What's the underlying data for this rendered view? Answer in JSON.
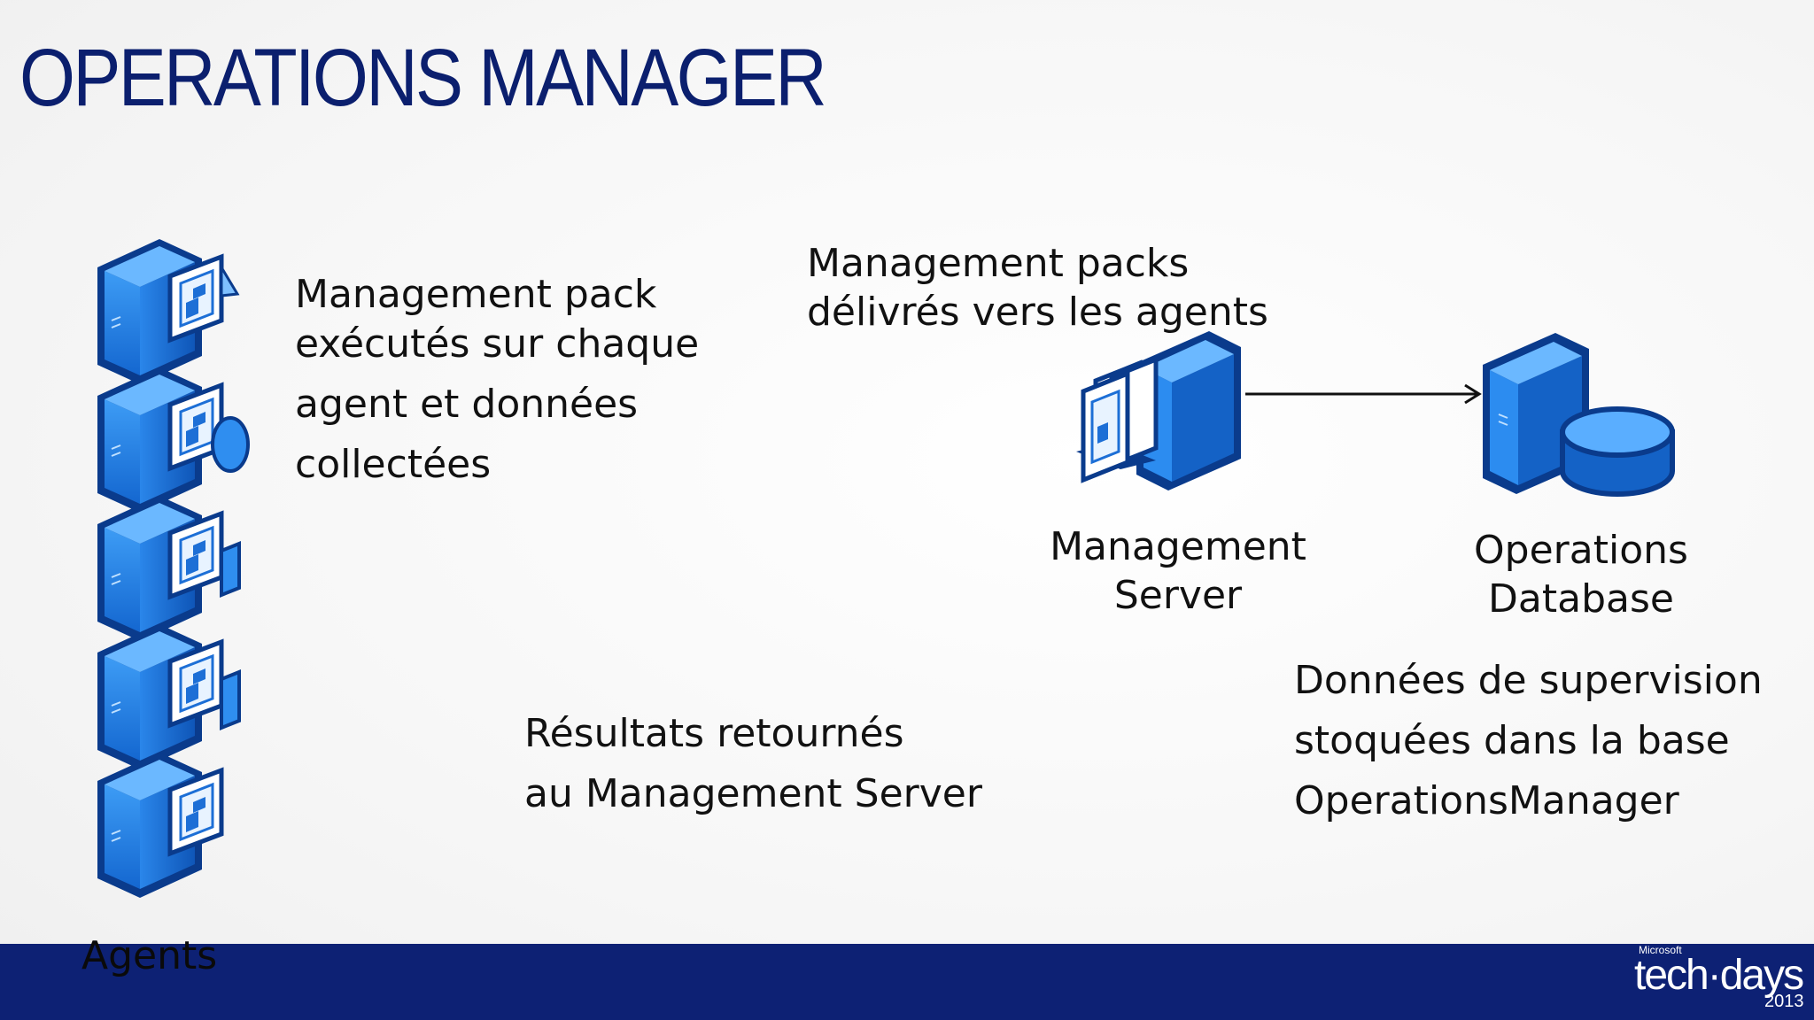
{
  "slide": {
    "title": "OPERATIONS MANAGER",
    "agents_note": [
      "Management pack",
      "exécutés sur chaque",
      "agent et données",
      "collectées"
    ],
    "packs_note": [
      "Management packs",
      "délivrés vers les agents"
    ],
    "management_server_label": [
      "Management",
      "Server"
    ],
    "operations_database_label": [
      "Operations",
      "Database"
    ],
    "db_note": [
      "Données de supervision",
      "stoquées dans la base",
      "OperationsManager"
    ],
    "results_note": [
      "Résultats retournés",
      "au Management Server"
    ],
    "agents_label": "Agents"
  },
  "icons": {
    "agent_stack": [
      "agent-server-icon",
      "agent-server-icon",
      "agent-server-icon",
      "agent-server-icon",
      "agent-server-icon"
    ],
    "management_server": "management-server-icon",
    "operations_database": "database-server-icon",
    "arrow": "arrow-right-icon"
  },
  "colors": {
    "title": "#0b1f6e",
    "server_blue": "#1e7fe0",
    "server_outline": "#0a3b8c",
    "footer": "#0d2174"
  },
  "footer": {
    "logo_microsoft": "Microsoft",
    "logo_techdays": "tech·days",
    "logo_year": "2013"
  }
}
